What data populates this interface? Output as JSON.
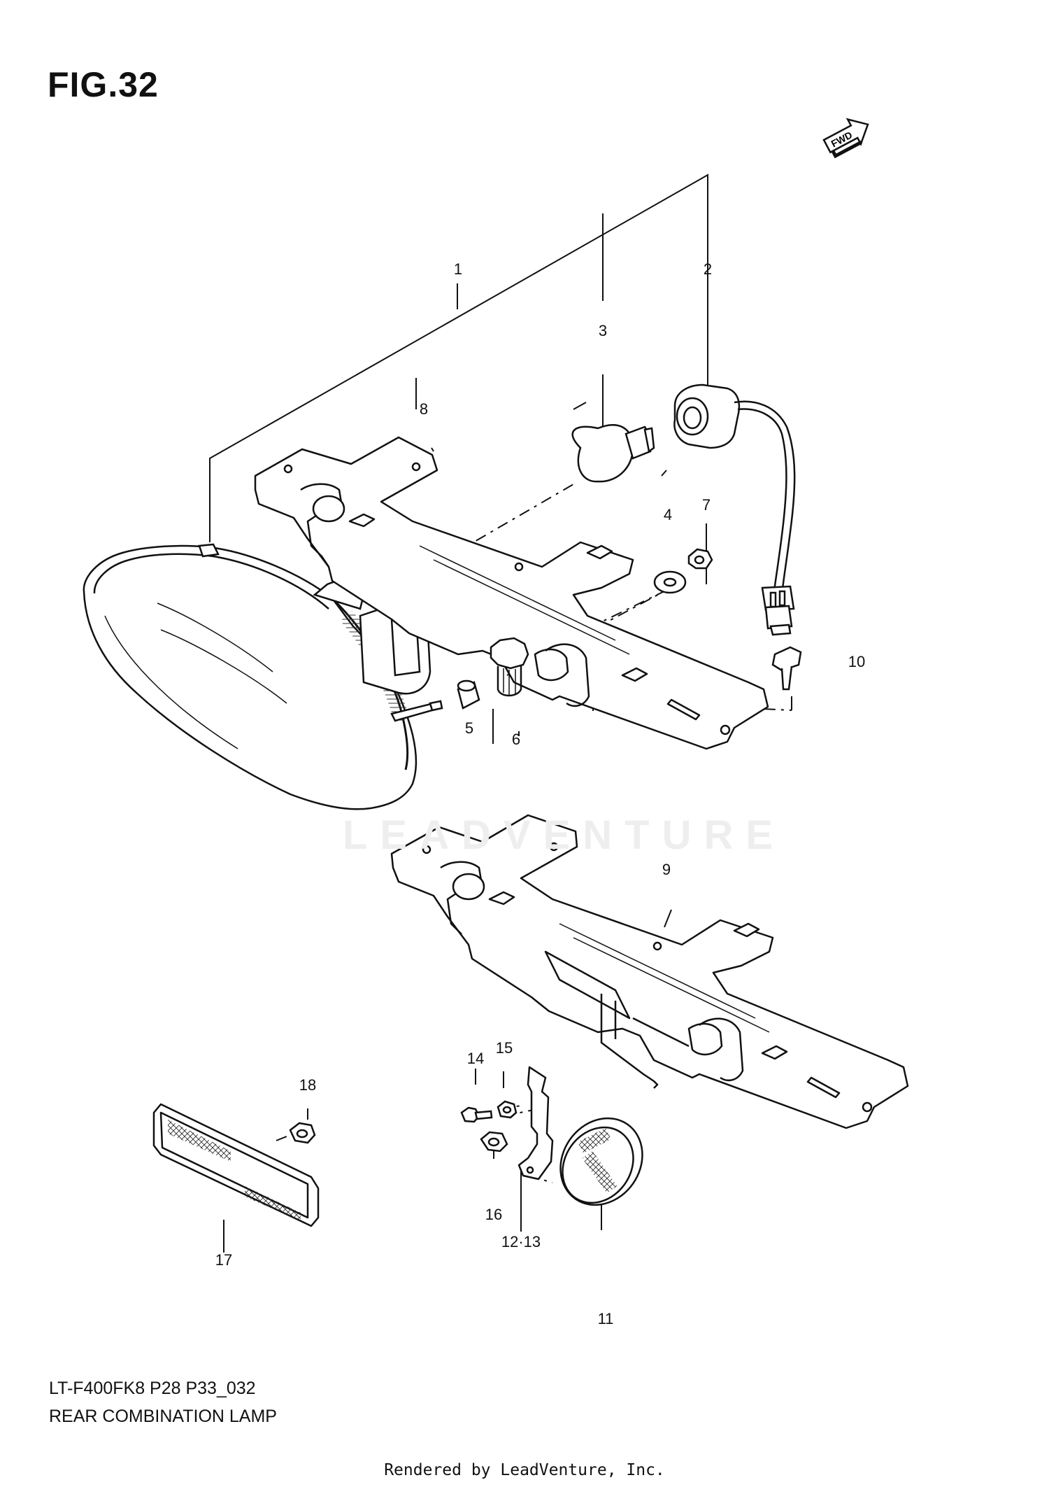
{
  "figure": {
    "title": "FIG.32"
  },
  "footer": {
    "model_code": "LT-F400FK8 P28 P33_032",
    "diagram_name": "REAR COMBINATION LAMP",
    "credit": "Rendered by LeadVenture, Inc."
  },
  "watermark": {
    "text": "LEADVENTURE"
  },
  "fwd_icon": {
    "label": "FWD"
  },
  "callouts": [
    {
      "id": "1",
      "label": "1"
    },
    {
      "id": "2",
      "label": "2"
    },
    {
      "id": "3",
      "label": "3"
    },
    {
      "id": "4",
      "label": "4"
    },
    {
      "id": "5",
      "label": "5"
    },
    {
      "id": "6",
      "label": "6"
    },
    {
      "id": "7",
      "label": "7"
    },
    {
      "id": "8",
      "label": "8"
    },
    {
      "id": "9",
      "label": "9"
    },
    {
      "id": "10",
      "label": "10"
    },
    {
      "id": "11",
      "label": "11"
    },
    {
      "id": "12-13",
      "label": "12·13"
    },
    {
      "id": "14",
      "label": "14"
    },
    {
      "id": "15",
      "label": "15"
    },
    {
      "id": "16",
      "label": "16"
    },
    {
      "id": "17",
      "label": "17"
    },
    {
      "id": "18",
      "label": "18"
    }
  ]
}
